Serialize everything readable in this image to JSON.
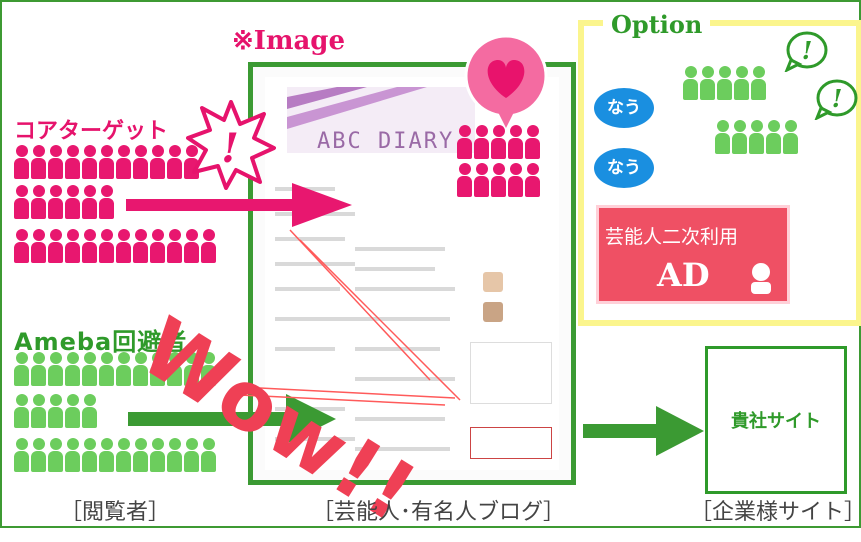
{
  "labels": {
    "image_label": "※Image",
    "option_label": "Option",
    "core_target": "コアターゲット",
    "ameba_avoider": "Ameba回避者",
    "wow": "Wow!!",
    "exclaim": "!",
    "now_1": "なう",
    "now_2": "なう",
    "celebrity_secondary_use": "芸能人二次利用",
    "ad": "AD",
    "your_site": "貴社サイト",
    "blog_banner": "ABC DIARY"
  },
  "captions": {
    "viewers": "［閲覧者］",
    "blog": "［芸能人･有名人ブログ］",
    "company_site": "［企業様サイト］"
  },
  "colors": {
    "pink": "#e6136c",
    "green": "#2f9a2a",
    "light_green": "#6ccd5d",
    "yellow_border": "#fbf58d",
    "blue_bubble": "#1a8fe0",
    "ad_red": "#ef5064"
  },
  "icons": [
    "heart-icon",
    "exclamation-burst-icon",
    "person-icon",
    "arrow-right-icon",
    "arrow-down-icon"
  ]
}
